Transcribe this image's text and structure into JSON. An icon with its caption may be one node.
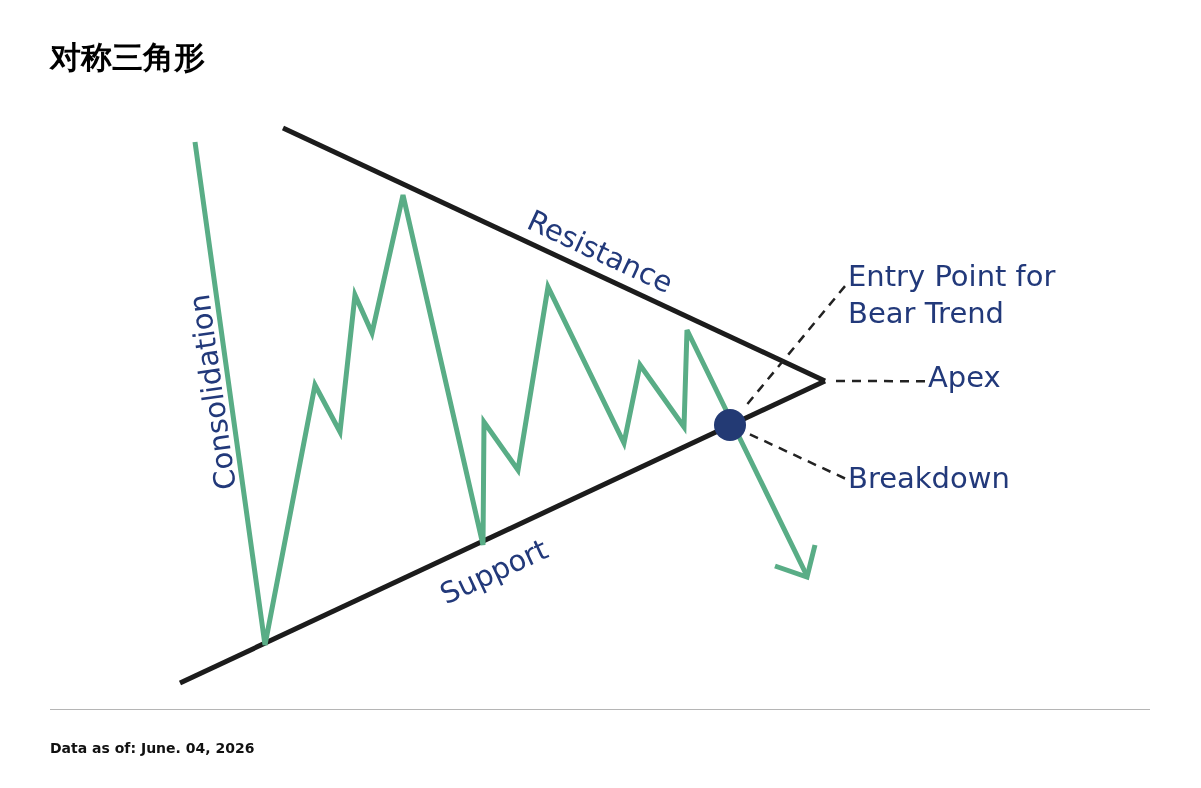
{
  "diagram": {
    "title": "对称三角形",
    "caption": "Data as of: June. 04, 2026",
    "nodes": [
      {
        "text": [
          "Entry Point for Bear Trend"
        ]
      },
      {
        "text": [
          "Apex"
        ]
      },
      {
        "text": [
          "Breakdown"
        ]
      },
      {
        "text": [],
        "shape": "circle"
      }
    ],
    "edges": [
      {
        "from": 0,
        "to": 3,
        "arrow": "none",
        "style": "dashed"
      },
      {
        "from": 1,
        "to": null,
        "arrow": "none",
        "style": "dashed"
      },
      {
        "from": 2,
        "to": 3,
        "arrow": "none",
        "style": "dashed"
      }
    ],
    "labels": [
      "Resistance",
      "Consolidation",
      "Support"
    ]
  }
}
